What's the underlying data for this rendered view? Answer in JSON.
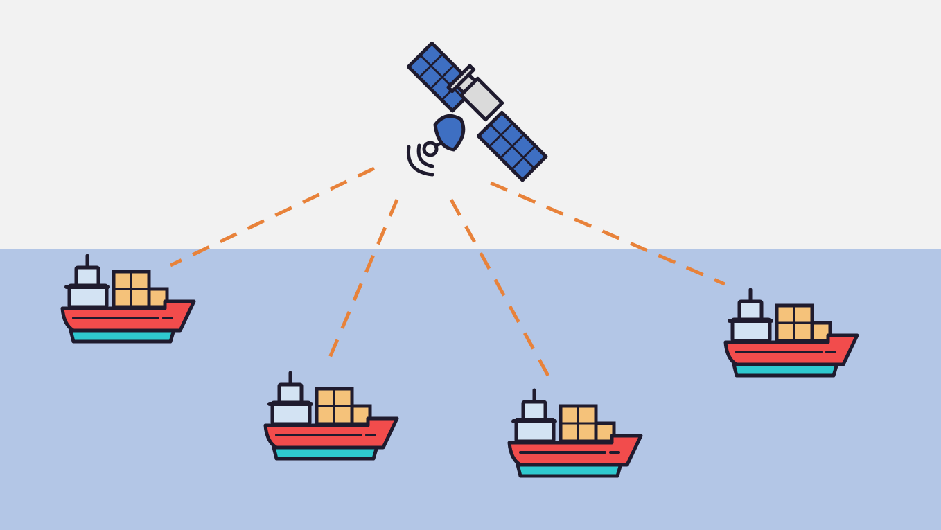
{
  "colors": {
    "sky": "#F2F2F2",
    "sea": "#B3C6E6",
    "signal_line": "#E8823A",
    "outline": "#1F1B2E",
    "hull": "#F24C4C",
    "hull_shade": "#D93636",
    "waterline": "#2FC9CF",
    "waterline_shade": "#22A8AE",
    "cabin": "#D3E3F3",
    "container": "#F5C27A",
    "container_shade": "#E8A860",
    "solar_panel": "#3E6FC2",
    "satellite_body": "#DADADA",
    "dish": "#3E6FC2"
  },
  "icons": {
    "satellite": "satellite-icon",
    "ship": "cargo-ship-icon"
  },
  "ships": [
    {
      "name": "ship-1"
    },
    {
      "name": "ship-2"
    },
    {
      "name": "ship-3"
    },
    {
      "name": "ship-4"
    }
  ]
}
